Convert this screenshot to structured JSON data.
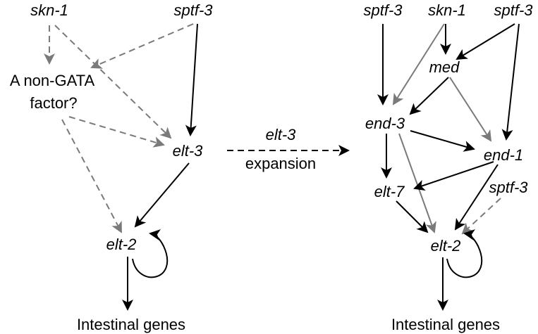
{
  "left": {
    "skn1": "skn-1",
    "sptf3": "sptf-3",
    "nongata_line1": "A non-GATA",
    "nongata_line2": "factor?",
    "elt3": "elt-3",
    "elt2": "elt-2",
    "intestinal": "Intestinal genes"
  },
  "transition": {
    "line1": "elt-3",
    "line2": "expansion"
  },
  "right": {
    "sptf3_left": "sptf-3",
    "skn1": "skn-1",
    "sptf3_right": "sptf-3",
    "med": "med",
    "end3": "end-3",
    "end1": "end-1",
    "elt7": "elt-7",
    "sptf3_lower": "sptf-3",
    "elt2": "elt-2",
    "intestinal": "Intestinal genes"
  },
  "colors": {
    "solid": "#000000",
    "gray": "#7a7a7a"
  }
}
